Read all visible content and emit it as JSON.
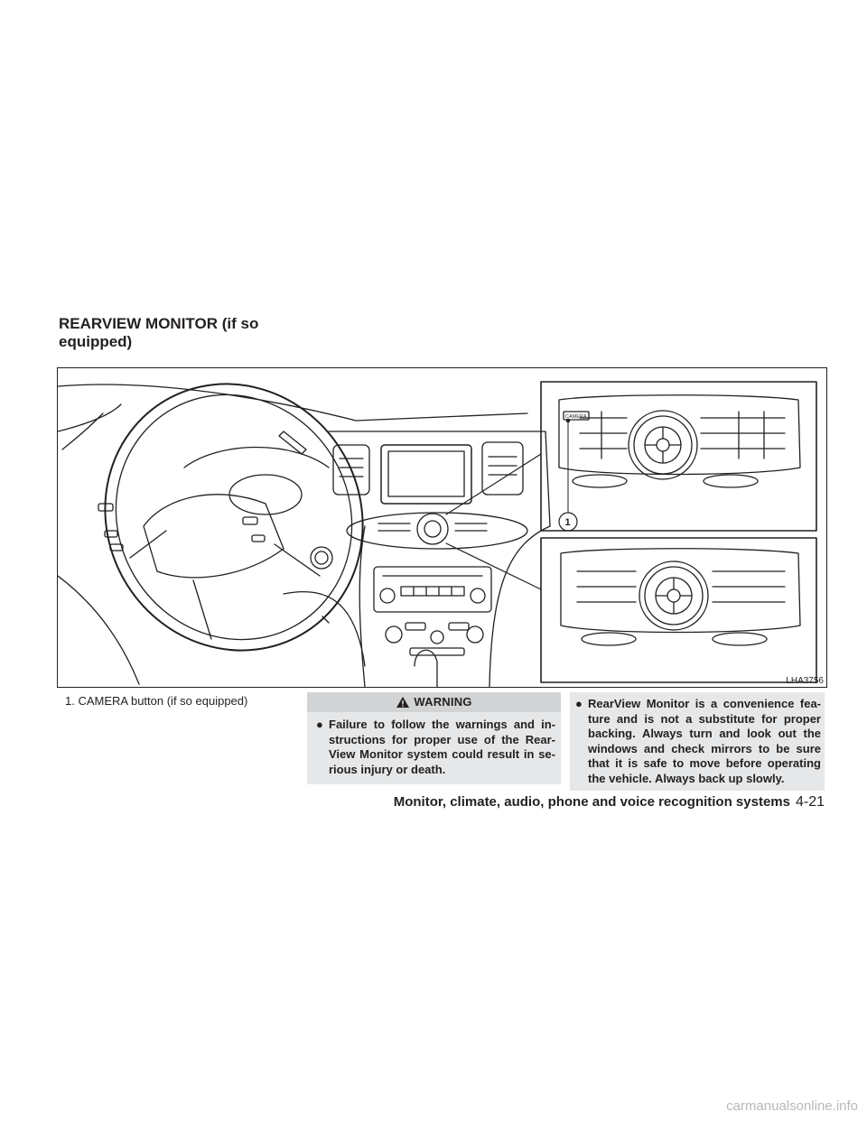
{
  "section": {
    "title": "REARVIEW MONITOR (if so equipped)"
  },
  "figure": {
    "code": "LHA3756",
    "callout_number": "1",
    "camera_label": "CAMERA"
  },
  "caption": {
    "text": "1.  CAMERA button (if so equipped)"
  },
  "warning": {
    "heading": "WARNING",
    "bullet_1": "Failure to follow the warnings and in-structions for proper use of the Rear-View Monitor system could result in se-rious injury or death.",
    "bullet_2": "RearView Monitor is a convenience fea-ture and is not a substitute for proper backing. Always turn and look out the windows and check mirrors to be sure that it is safe to move before operating the vehicle. Always back up slowly."
  },
  "footer": {
    "chapter": "Monitor, climate, audio, phone and voice recognition systems",
    "page": "4-21"
  },
  "watermark": "carmanualsonline.info"
}
